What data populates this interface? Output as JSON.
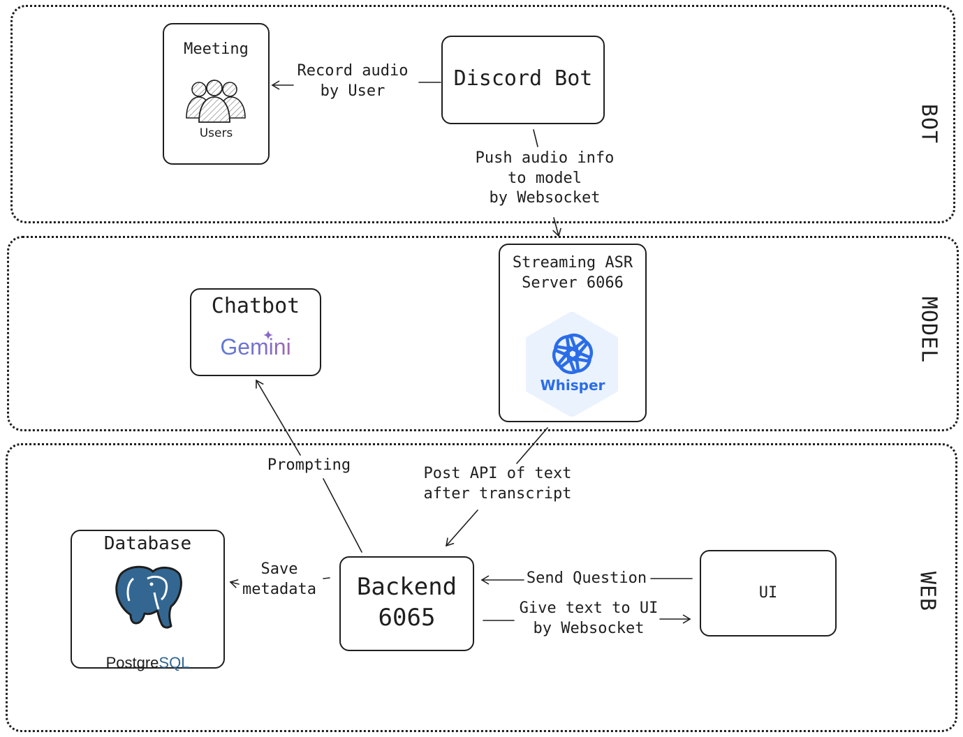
{
  "zones": {
    "bot": "BOT",
    "model": "MODEL",
    "web": "WEB"
  },
  "nodes": {
    "meeting": {
      "title": "Meeting",
      "caption": "Users",
      "icon": "users-icon"
    },
    "discord": {
      "title": "Discord Bot"
    },
    "asr": {
      "title": "Streaming ASR\nServer 6066",
      "logo_text": "Whisper",
      "icon": "openai-logo-icon"
    },
    "chatbot": {
      "title": "Chatbot",
      "logo_text": "Gemini"
    },
    "database": {
      "title": "Database",
      "logo_text_a": "Postgre",
      "logo_text_b": "SQL",
      "icon": "elephant-icon"
    },
    "backend": {
      "title": "Backend\n6065"
    },
    "ui": {
      "title": "UI"
    }
  },
  "edges": {
    "record": "Record audio\nby User",
    "push": "Push audio info\nto model\nby Websocket",
    "prompting": "Prompting",
    "post": "Post API of text\nafter transcript",
    "save": "Save\nmetadata",
    "send": "Send Question",
    "give": "Give text to UI\nby Websocket"
  },
  "colors": {
    "stroke": "#1e1e1e",
    "whisper_blue": "#2b6de8",
    "whisper_bg": "#eaf2fd",
    "gemini_blue": "#4a7fd8",
    "gemini_pink": "#c2608a",
    "postgres_blue": "#336791"
  }
}
